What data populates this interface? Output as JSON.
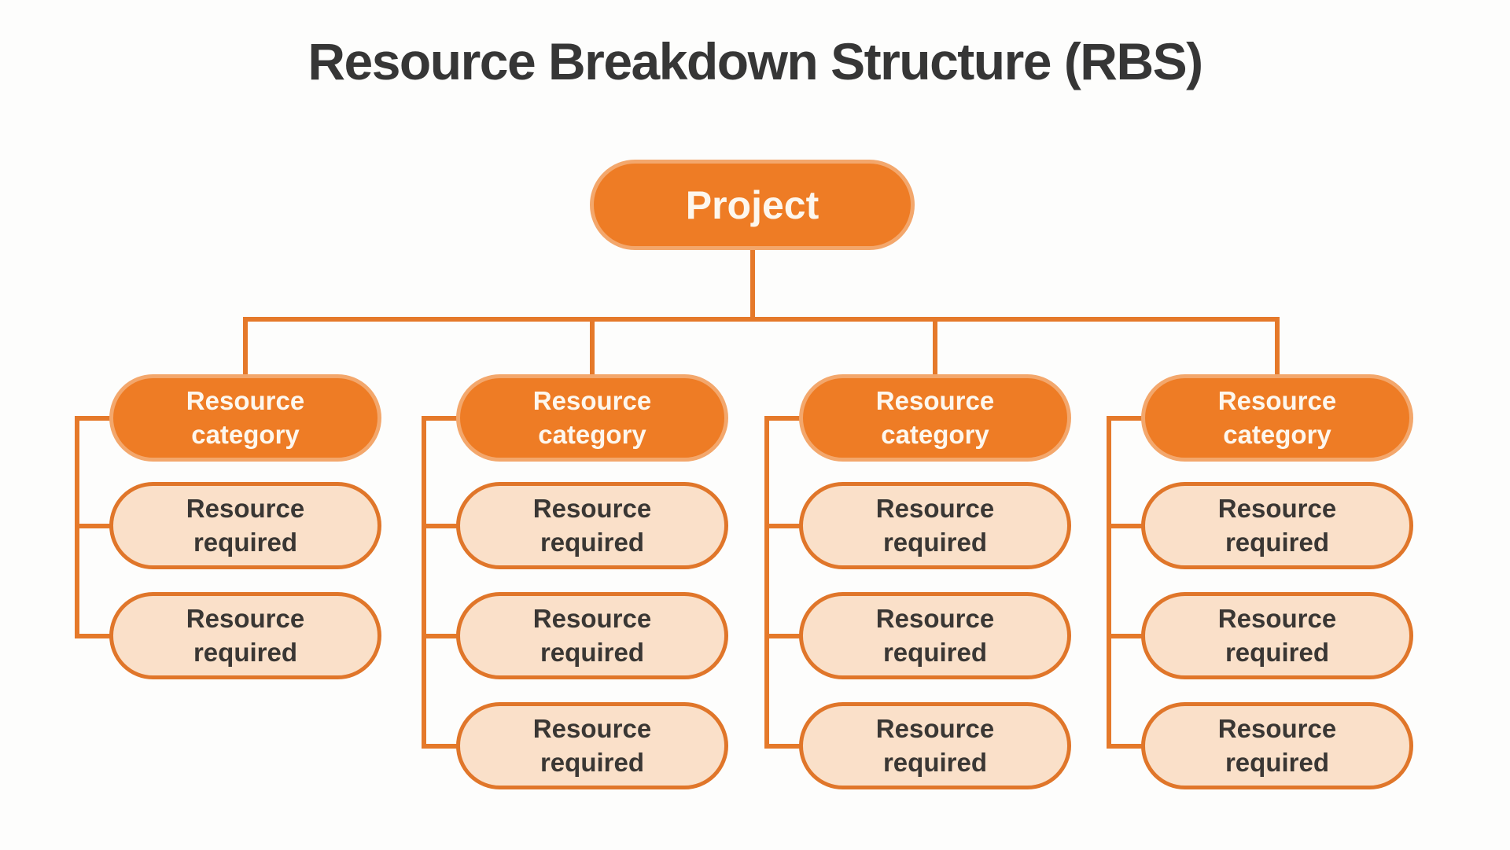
{
  "title": "Resource Breakdown Structure (RBS)",
  "root": {
    "label": "Project"
  },
  "columns": [
    {
      "category": "Resource\ncategory",
      "children": [
        "Resource\nrequired",
        "Resource\nrequired"
      ]
    },
    {
      "category": "Resource\ncategory",
      "children": [
        "Resource\nrequired",
        "Resource\nrequired",
        "Resource\nrequired"
      ]
    },
    {
      "category": "Resource\ncategory",
      "children": [
        "Resource\nrequired",
        "Resource\nrequired",
        "Resource\nrequired"
      ]
    },
    {
      "category": "Resource\ncategory",
      "children": [
        "Resource\nrequired",
        "Resource\nrequired",
        "Resource\nrequired"
      ]
    }
  ],
  "colors": {
    "node_fill_orange": "#ee7c25",
    "node_border_light": "#f3a76c",
    "child_fill_peach": "#fae0c9",
    "child_border_orange": "#e0762a",
    "connector_orange": "#e5792a",
    "title_text": "#363636",
    "node_text_light": "#fdf7ee",
    "child_text_dark": "#3a3734",
    "background": "#fdfdfc"
  }
}
